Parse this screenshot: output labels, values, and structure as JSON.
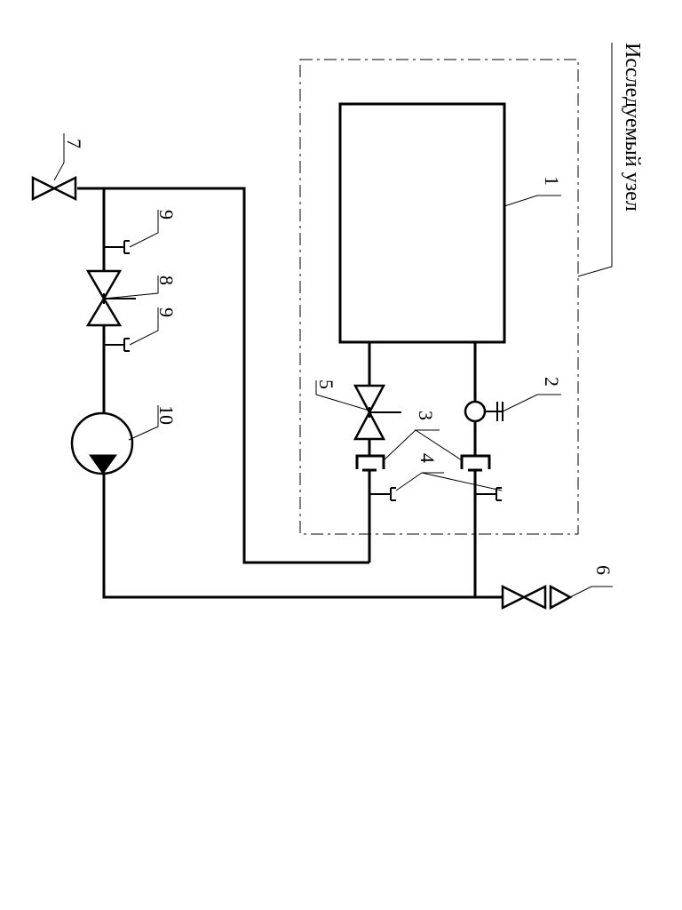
{
  "diagram": {
    "boundary_label": "Исследуемый узел",
    "callouts": {
      "c1": "1",
      "c2": "2",
      "c3": "3",
      "c4": "4",
      "c5": "5",
      "c6": "6",
      "c7": "7",
      "c8": "8",
      "c9_top": "9",
      "c9_bottom": "9",
      "c10": "10"
    }
  }
}
